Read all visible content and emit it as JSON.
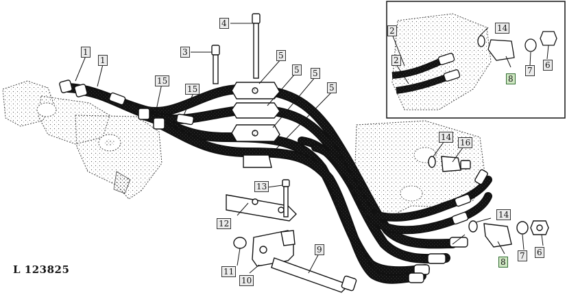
{
  "drawing_number": "L 123825",
  "highlight_color": "#cfe7c2",
  "callouts": [
    {
      "id": "c1a",
      "label": "1"
    },
    {
      "id": "c1b",
      "label": "1"
    },
    {
      "id": "c3",
      "label": "3"
    },
    {
      "id": "c4",
      "label": "4"
    },
    {
      "id": "c5a",
      "label": "5"
    },
    {
      "id": "c5b",
      "label": "5"
    },
    {
      "id": "c5c",
      "label": "5"
    },
    {
      "id": "c5d",
      "label": "5"
    },
    {
      "id": "c15a",
      "label": "15"
    },
    {
      "id": "c15b",
      "label": "15"
    },
    {
      "id": "c2a",
      "label": "2"
    },
    {
      "id": "c2b",
      "label": "2"
    },
    {
      "id": "c14a",
      "label": "14"
    },
    {
      "id": "c8a",
      "label": "8",
      "highlight": true
    },
    {
      "id": "c7a",
      "label": "7"
    },
    {
      "id": "c6a",
      "label": "6"
    },
    {
      "id": "c14b",
      "label": "14"
    },
    {
      "id": "c16",
      "label": "16"
    },
    {
      "id": "c13",
      "label": "13"
    },
    {
      "id": "c12",
      "label": "12"
    },
    {
      "id": "c14c",
      "label": "14"
    },
    {
      "id": "c11",
      "label": "11"
    },
    {
      "id": "c10",
      "label": "10"
    },
    {
      "id": "c9",
      "label": "9"
    },
    {
      "id": "c8b",
      "label": "8",
      "highlight": true
    },
    {
      "id": "c7b",
      "label": "7"
    },
    {
      "id": "c6b",
      "label": "6"
    }
  ]
}
